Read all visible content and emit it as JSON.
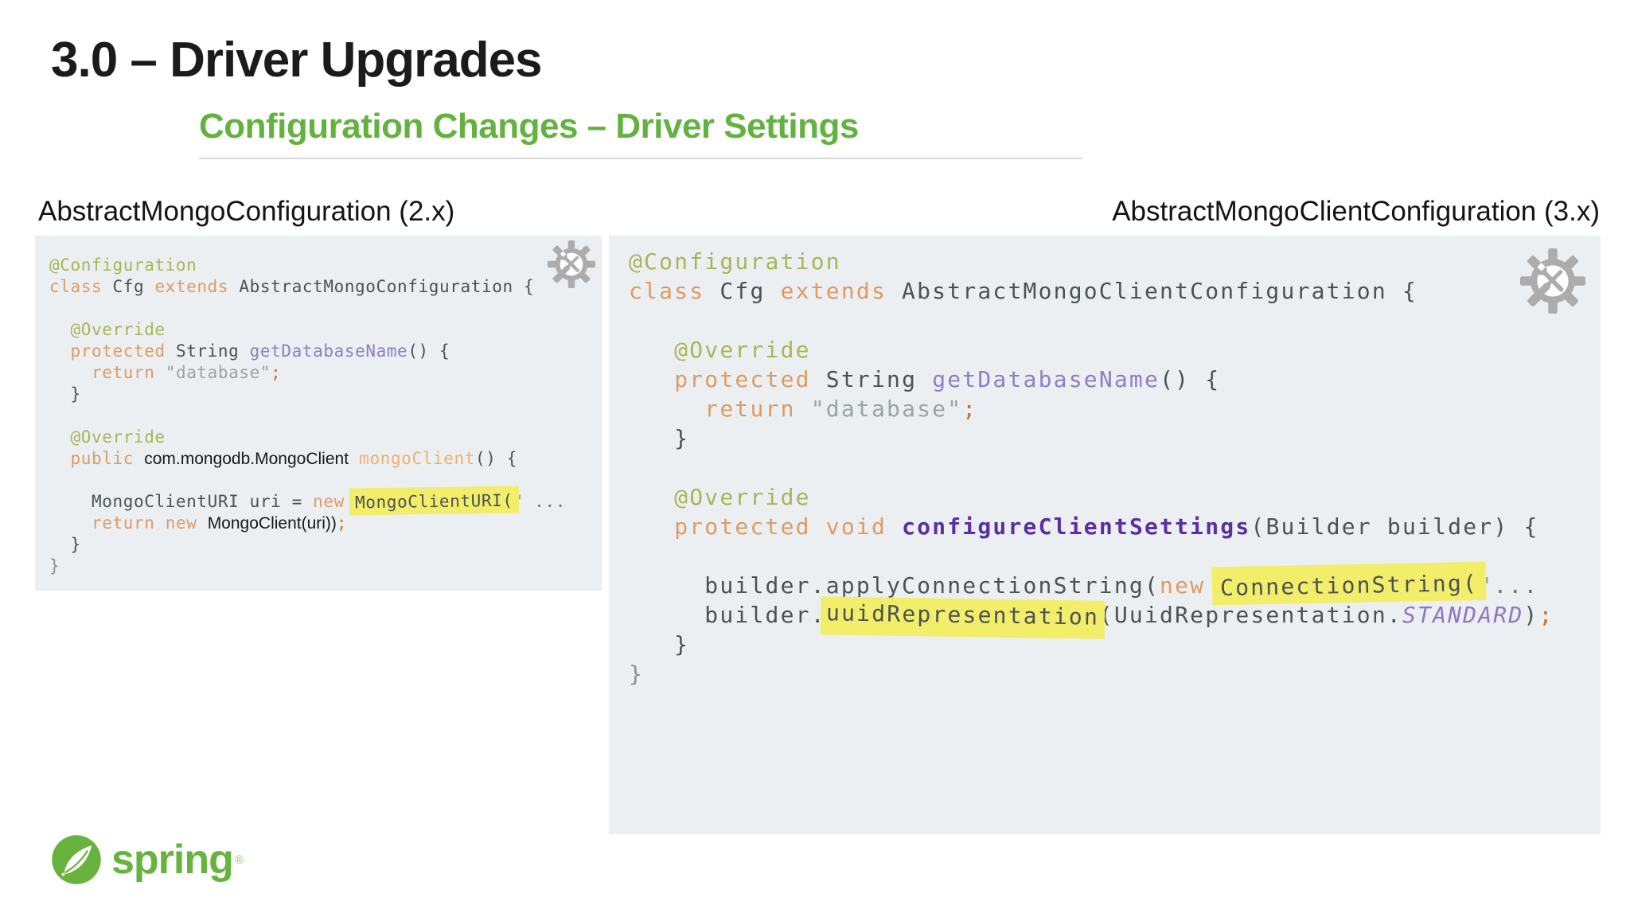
{
  "title": "3.0 – Driver Upgrades",
  "subtitle": "Configuration Changes – Driver Settings",
  "colors": {
    "spring_green": "#6db33f",
    "subtitle_green": "#63b23f",
    "panel_background": "#eceff1",
    "highlight_yellow": "#f2ee6a",
    "annotation_olive": "#a9b557",
    "keyword_orange": "#dd9b62",
    "method_purple": "#8d7fc3",
    "method_purple_bold": "#5b2f9e",
    "string_gray": "#9ba3a3",
    "semicolon_orange": "#c8762e",
    "gear_gray": "#acacac"
  },
  "panels": [
    {
      "header": "AbstractMongoConfiguration (2.x)",
      "icon": "tools-gear-icon",
      "code": [
        [
          {
            "t": "@Configuration",
            "s": "ann"
          }
        ],
        [
          {
            "t": "class",
            "s": "kw"
          },
          {
            "t": " Cfg ",
            "s": "plain"
          },
          {
            "t": "extends",
            "s": "kw"
          },
          {
            "t": " AbstractMongoConfiguration {",
            "s": "plain"
          }
        ],
        [],
        [
          {
            "t": "  @Override",
            "s": "ann"
          }
        ],
        [
          {
            "t": "  ",
            "s": "plain"
          },
          {
            "t": "protected",
            "s": "kw"
          },
          {
            "t": " String ",
            "s": "plain"
          },
          {
            "t": "getDatabaseName",
            "s": "meth"
          },
          {
            "t": "() {",
            "s": "plain"
          }
        ],
        [
          {
            "t": "    ",
            "s": "plain"
          },
          {
            "t": "return",
            "s": "kw"
          },
          {
            "t": " ",
            "s": "plain"
          },
          {
            "t": "\"database\"",
            "s": "str"
          },
          {
            "t": ";",
            "s": "semi"
          }
        ],
        [
          {
            "t": "  }",
            "s": "plain"
          }
        ],
        [],
        [
          {
            "t": "  @Override",
            "s": "ann"
          }
        ],
        [
          {
            "t": "  ",
            "s": "plain"
          },
          {
            "t": "public",
            "s": "kw"
          },
          {
            "t": " ",
            "s": "plain"
          },
          {
            "t": "com.mongodb.MongoClient",
            "s": "sans"
          },
          {
            "t": " ",
            "s": "plain"
          },
          {
            "t": "mongoClient",
            "s": "methlight"
          },
          {
            "t": "() {",
            "s": "plain"
          }
        ],
        [],
        [
          {
            "t": "    MongoClientURI uri = ",
            "s": "plain"
          },
          {
            "t": "new",
            "s": "kw"
          },
          {
            "t": " ",
            "s": "plain"
          },
          {
            "t": "MongoClientURI(",
            "s": "plain",
            "hl": "l"
          },
          {
            "t": "\"",
            "s": "str"
          },
          {
            "t": " ...",
            "s": "dots"
          }
        ],
        [
          {
            "t": "    ",
            "s": "plain"
          },
          {
            "t": "return",
            "s": "kw"
          },
          {
            "t": " ",
            "s": "plain"
          },
          {
            "t": "new",
            "s": "kw"
          },
          {
            "t": " ",
            "s": "plain"
          },
          {
            "t": "MongoClient(uri))",
            "s": "sans"
          },
          {
            "t": ";",
            "s": "semi"
          }
        ],
        [
          {
            "t": "  }",
            "s": "plain"
          }
        ],
        [
          {
            "t": "}",
            "s": "gray"
          }
        ]
      ]
    },
    {
      "header": "AbstractMongoClientConfiguration (3.x)",
      "icon": "tools-gear-icon",
      "code": [
        [
          {
            "t": "@Configuration",
            "s": "ann"
          }
        ],
        [
          {
            "t": "class",
            "s": "kw"
          },
          {
            "t": " Cfg ",
            "s": "plain"
          },
          {
            "t": "extends",
            "s": "kw"
          },
          {
            "t": " AbstractMongoClientConfiguration {",
            "s": "plain"
          }
        ],
        [],
        [
          {
            "t": "   @Override",
            "s": "ann"
          }
        ],
        [
          {
            "t": "   ",
            "s": "plain"
          },
          {
            "t": "protected",
            "s": "kw"
          },
          {
            "t": " String ",
            "s": "plain"
          },
          {
            "t": "getDatabaseName",
            "s": "meth"
          },
          {
            "t": "() {",
            "s": "plain"
          }
        ],
        [
          {
            "t": "     ",
            "s": "plain"
          },
          {
            "t": "return",
            "s": "kw"
          },
          {
            "t": " ",
            "s": "plain"
          },
          {
            "t": "\"database\"",
            "s": "str"
          },
          {
            "t": ";",
            "s": "semi"
          }
        ],
        [
          {
            "t": "   }",
            "s": "plain"
          }
        ],
        [],
        [
          {
            "t": "   @Override",
            "s": "ann"
          }
        ],
        [
          {
            "t": "   ",
            "s": "plain"
          },
          {
            "t": "protected",
            "s": "kw"
          },
          {
            "t": " ",
            "s": "plain"
          },
          {
            "t": "void",
            "s": "kw"
          },
          {
            "t": " ",
            "s": "plain"
          },
          {
            "t": "configureClientSettings",
            "s": "meth2"
          },
          {
            "t": "(Builder builder) {",
            "s": "plain"
          }
        ],
        [],
        [
          {
            "t": "     builder.applyConnectionString(",
            "s": "plain"
          },
          {
            "t": "new",
            "s": "kw"
          },
          {
            "t": " ",
            "s": "plain"
          },
          {
            "t": "ConnectionString(",
            "s": "plain",
            "hl": "a"
          },
          {
            "t": "\"",
            "s": "str"
          },
          {
            "t": "...",
            "s": "dots"
          }
        ],
        [
          {
            "t": "     builder.",
            "s": "plain"
          },
          {
            "t": "uuidRepresentation",
            "s": "plain",
            "hl": "b"
          },
          {
            "t": "(UuidRepresentation.",
            "s": "plain"
          },
          {
            "t": "STANDARD",
            "s": "std"
          },
          {
            "t": ")",
            "s": "plain"
          },
          {
            "t": ";",
            "s": "semi"
          }
        ],
        [
          {
            "t": "   }",
            "s": "plain"
          }
        ],
        [
          {
            "t": "}",
            "s": "gray"
          }
        ]
      ]
    }
  ],
  "footer": {
    "logo_text": "spring",
    "registered_mark": "®"
  }
}
